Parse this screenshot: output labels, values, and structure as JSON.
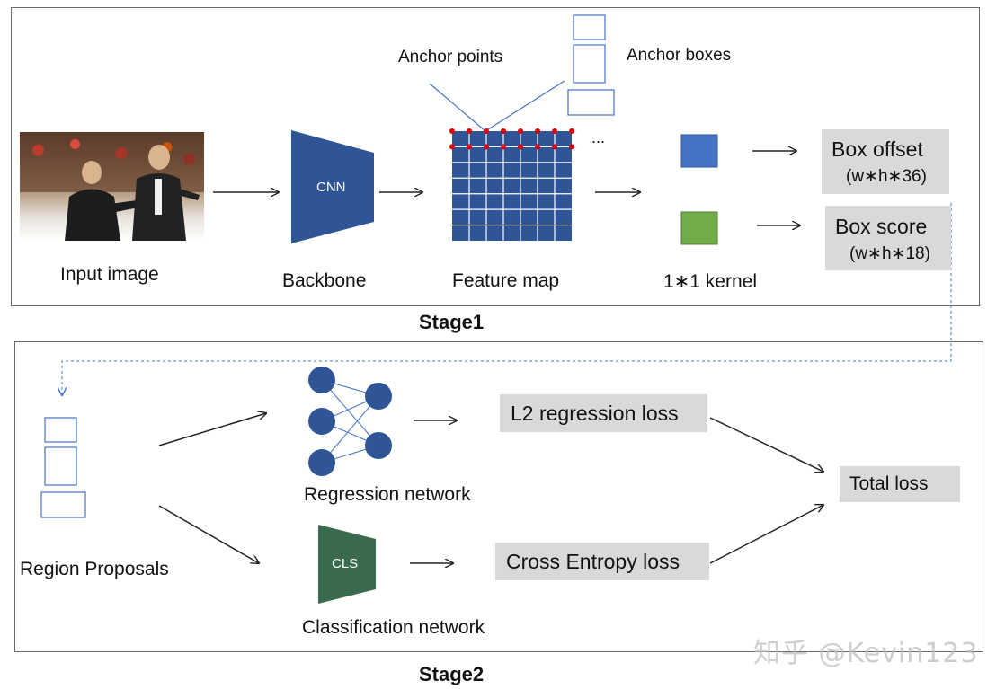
{
  "stage1": {
    "title": "Stage1",
    "input_label": "Input image",
    "backbone_label": "Backbone",
    "cnn_text": "CNN",
    "feature_map_label": "Feature map",
    "anchor_points_label": "Anchor points",
    "anchor_boxes_label": "Anchor boxes",
    "ellipsis": "...",
    "kernel_label": "1∗1 kernel",
    "box_offset_title": "Box offset",
    "box_offset_dim": "(w∗h∗36)",
    "box_score_title": "Box score",
    "box_score_dim": "(w∗h∗18)"
  },
  "stage2": {
    "title": "Stage2",
    "region_label": "Region Proposals",
    "regression_label": "Regression network",
    "classification_label": "Classification network",
    "cls_text": "CLS",
    "l2_loss": "L2 regression loss",
    "ce_loss": "Cross Entropy loss",
    "total_loss": "Total loss"
  },
  "watermark": "知乎 @Kevin123",
  "colors": {
    "cnn_blue": "#2f5597",
    "kernel_blue": "#4472c4",
    "kernel_green": "#70ad47",
    "cls_green": "#3b6b4f",
    "anchor_red": "#e00000",
    "grey_box": "#d9d9d9",
    "node_blue": "#2f5597"
  }
}
